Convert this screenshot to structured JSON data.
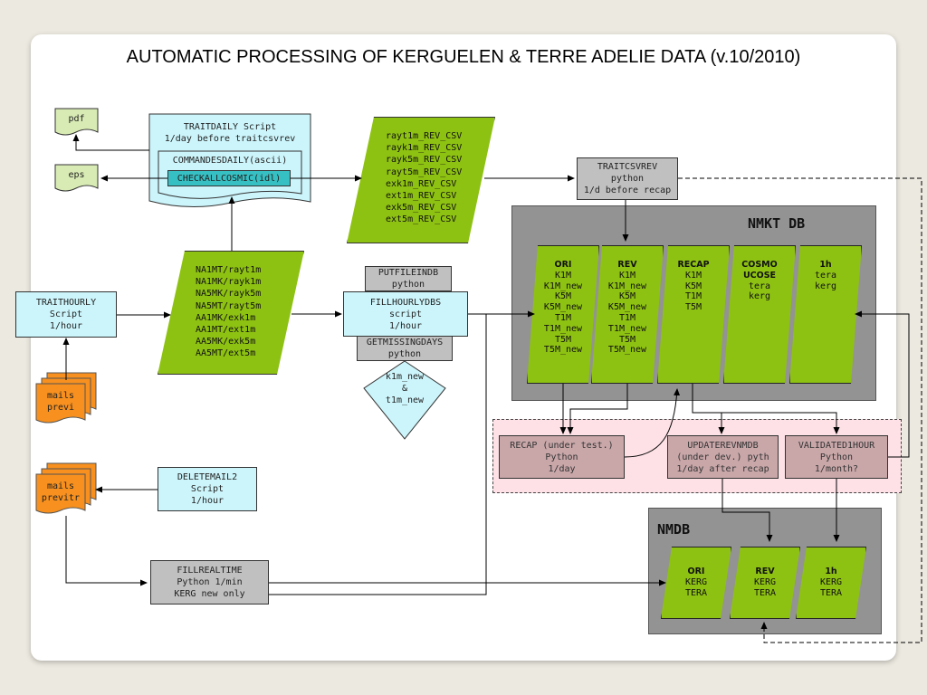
{
  "title": "AUTOMATIC PROCESSING OF KERGUELEN & TERRE ADELIE DATA (v.10/2010)",
  "nodes": {
    "pdf": "pdf",
    "eps": "eps",
    "traitdaily": "TRAITDAILY Script\n1/day before traitcsvrev",
    "commandesdaily": "COMMANDESDAILY(ascii)",
    "checkallcosmic": "CHECKALLCOSMIC(idl)",
    "rev_csv_list": "rayt1m_REV_CSV\nrayk1m_REV_CSV\nrayk5m_REV_CSV\nrayt5m_REV_CSV\nexk1m_REV_CSV\next1m_REV_CSV\nexk5m_REV_CSV\next5m_REV_CSV",
    "traitcsvrev": "TRAITCSVREV\npython\n1/d before recap",
    "traithourly": "TRAITHOURLY\nScript\n1/hour",
    "na_list": "NA1MT/rayt1m\nNA1MK/rayk1m\nNA5MK/rayk5m\nNA5MT/rayt5m\nAA1MK/exk1m\nAA1MT/ext1m\nAA5MK/exk5m\nAA5MT/ext5m",
    "putfileindb": "PUTFILEINDB\npython",
    "fillhourlydbs": "FILLHOURLYDBS\nscript\n1/hour",
    "getmissingdays": "GETMISSINGDAYS\npython",
    "decision": "k1m_new\n&\nt1m_new",
    "mails_previ": "mails\nprevi",
    "mails_previtr": "mails\nprevitr",
    "deletemail2": "DELETEMAIL2\nScript\n1/hour",
    "fillrealtime": "FILLREALTIME\nPython 1/min\nKERG new only",
    "recap": "RECAP (under test.)\nPython\n1/day",
    "updaterevnmdb": "UPDATEREVNMDB\n(under dev.) pyth\n1/day after recap",
    "validated1hour": "VALIDATED1HOUR\nPython\n1/month?"
  },
  "nmkt_db": {
    "title": "NMKT DB",
    "tables": [
      {
        "name": "ORI",
        "rows": "K1M\nK1M_new\nK5M\nK5M_new\nT1M\nT1M_new\nT5M\nT5M_new"
      },
      {
        "name": "REV",
        "rows": "K1M\nK1M_new\nK5M\nK5M_new\nT1M\nT1M_new\nT5M\nT5M_new"
      },
      {
        "name": "RECAP",
        "rows": "K1M\nK5M\nT1M\nT5M"
      },
      {
        "name": "COSMO\nUCOSE",
        "rows": "tera\nkerg"
      },
      {
        "name": "1h",
        "rows": "tera\nkerg"
      }
    ]
  },
  "nmdb": {
    "title": "NMDB",
    "tables": [
      {
        "name": "ORI",
        "rows": "KERG\nTERA"
      },
      {
        "name": "REV",
        "rows": "KERG\nTERA"
      },
      {
        "name": "1h",
        "rows": "KERG\nTERA"
      }
    ]
  },
  "colors": {
    "db_green": "#8ec212",
    "cyan_box": "#ccf5fb",
    "gray_box": "#c0c0c0",
    "rose_box": "#c9a7a9",
    "orange_doc": "#f7901e",
    "panel_gray": "#939393",
    "pink_zone": "#fde1e6"
  },
  "icons": [
    "arrow-icon",
    "document-stack-icon",
    "parallelogram-data-shape",
    "diamond-decision-shape"
  ]
}
